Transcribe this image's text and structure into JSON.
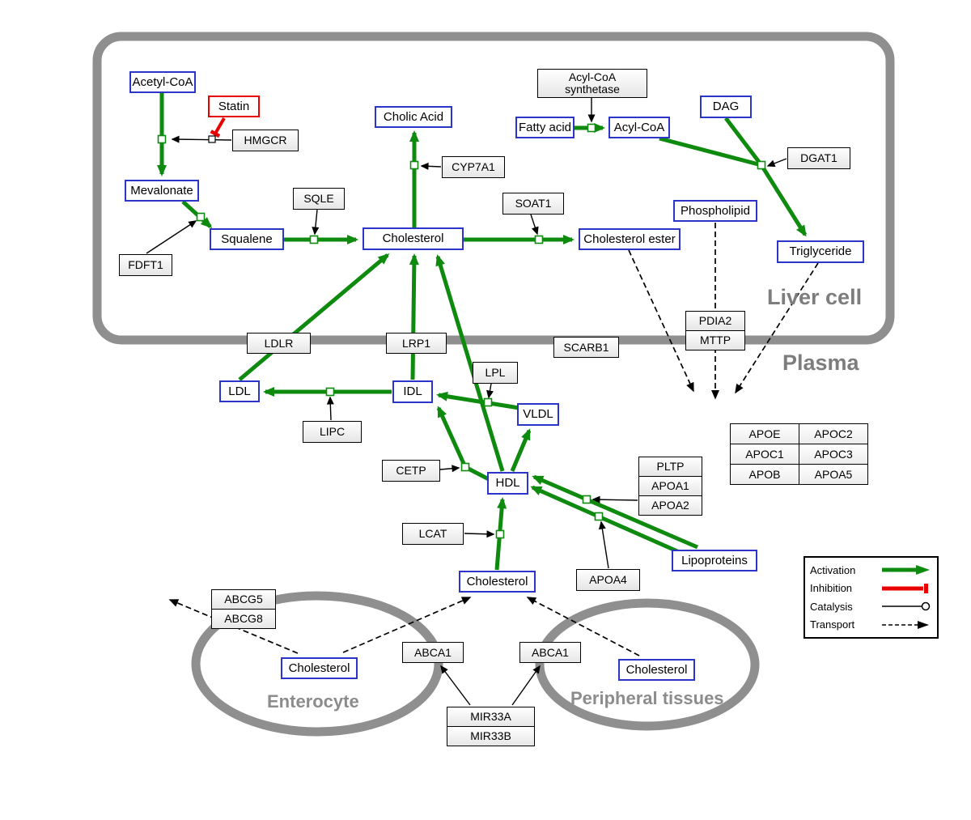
{
  "compartments": {
    "liver": "Liver cell",
    "plasma": "Plasma",
    "enterocyte": "Enterocyte",
    "peripheral": "Peripheral tissues"
  },
  "nodes": {
    "acetyl_coa": "Acetyl-CoA",
    "statin": "Statin",
    "hmgcr": "HMGCR",
    "mevalonate": "Mevalonate",
    "fdft1": "FDFT1",
    "squalene": "Squalene",
    "sqle": "SQLE",
    "cholic_acid": "Cholic Acid",
    "cyp7a1": "CYP7A1",
    "cholesterol_liver": "Cholesterol",
    "soat1": "SOAT1",
    "cholesterol_ester": "Cholesterol ester",
    "acyl_coa_synthetase_1": "Acyl-CoA",
    "acyl_coa_synthetase_2": "synthetase",
    "fatty_acid": "Fatty acid",
    "acyl_coa": "Acyl-CoA",
    "dag": "DAG",
    "dgat1": "DGAT1",
    "phospholipid": "Phospholipid",
    "triglyceride": "Triglyceride",
    "pdia2": "PDIA2",
    "mttp": "MTTP",
    "ldlr": "LDLR",
    "lrp1": "LRP1",
    "scarb1": "SCARB1",
    "ldl": "LDL",
    "idl": "IDL",
    "lipc": "LIPC",
    "lpl": "LPL",
    "vldl": "VLDL",
    "cetp": "CETP",
    "hdl": "HDL",
    "lcat": "LCAT",
    "pltp": "PLTP",
    "apoa1": "APOA1",
    "apoa2": "APOA2",
    "apoa4": "APOA4",
    "lipoproteins": "Lipoproteins",
    "cholesterol_plasma": "Cholesterol",
    "abcg5": "ABCG5",
    "abcg8": "ABCG8",
    "cholesterol_enterocyte": "Cholesterol",
    "abca1_enterocyte": "ABCA1",
    "abca1_peripheral": "ABCA1",
    "cholesterol_peripheral": "Cholesterol",
    "mir33a": "MIR33A",
    "mir33b": "MIR33B"
  },
  "apo_table": {
    "rows": [
      [
        "APOE",
        "APOC2"
      ],
      [
        "APOC1",
        "APOC3"
      ],
      [
        "APOB",
        "APOA5"
      ]
    ]
  },
  "legend": {
    "items": [
      "Activation",
      "Inhibition",
      "Catalysis",
      "Transport"
    ]
  },
  "colors": {
    "activation_green": "#0e8a0e",
    "inhibition_red": "#e80000",
    "metabolite_blue": "#2c35c9",
    "compartment_gray": "#8f8f8f"
  }
}
